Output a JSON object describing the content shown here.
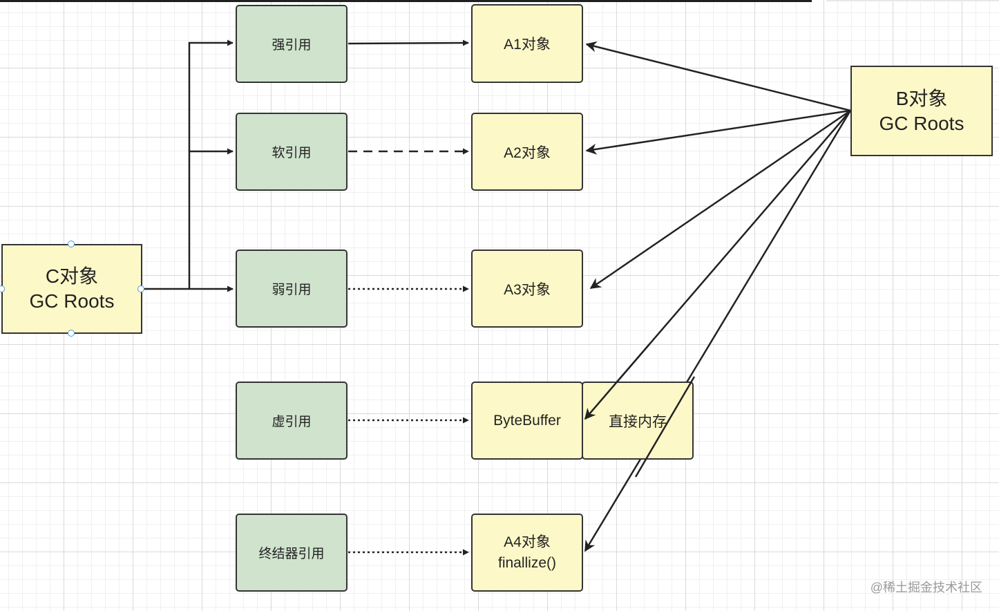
{
  "nodes": {
    "c_root": {
      "line1": "C对象",
      "line2": "GC Roots"
    },
    "b_root": {
      "line1": "B对象",
      "line2": "GC Roots"
    },
    "strong_ref": "强引用",
    "soft_ref": "软引用",
    "weak_ref": "弱引用",
    "phantom_ref": "虚引用",
    "final_ref": "终结器引用",
    "a1": "A1对象",
    "a2": "A2对象",
    "a3": "A3对象",
    "bytebuffer": "ByteBuffer",
    "direct_memory": "直接内存",
    "a4": {
      "line1": "A4对象",
      "line2": "finallize()"
    }
  },
  "watermark": "@稀土掘金技术社区",
  "colors": {
    "reference_fill": "#cfe3cd",
    "object_fill": "#fdf8c8",
    "stroke": "#333333",
    "selection_handle": "#4a9ad9"
  }
}
